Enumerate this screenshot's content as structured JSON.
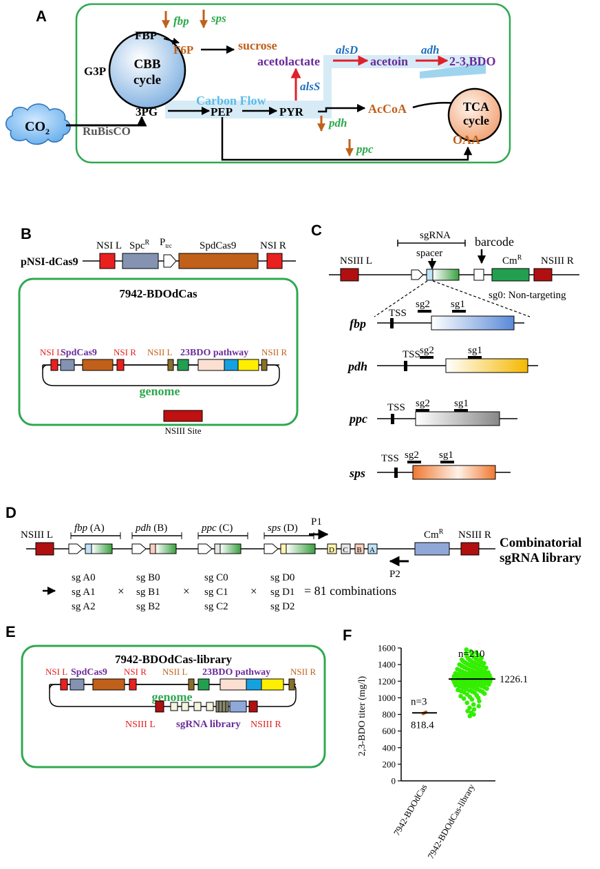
{
  "colors": {
    "frame_green": "#2fa84f",
    "orange": "#c0601a",
    "purple": "#6a2b9a",
    "blue_text": "#1f6fbf",
    "green_text": "#2ea84a",
    "light_blue": "#5bbbe8",
    "gray_text": "#555555",
    "red_arrow": "#e0202a",
    "red_label": "#e02020",
    "scatter_green": "#33ee00"
  },
  "panelA": {
    "label": "A",
    "co2": "CO",
    "co2_sub": "2",
    "rubisco": "RuBisCO",
    "cbb_line1": "CBB",
    "cbb_line2": "cycle",
    "fbp_node": "FBP",
    "g3p": "G3P",
    "pg3": "3PG",
    "f6p": "F6P",
    "sucrose": "sucrose",
    "pep": "PEP",
    "pyr": "PYR",
    "acoa": "AcCoA",
    "tca_line1": "TCA",
    "tca_line2": "cycle",
    "oaa": "OAA",
    "acetolactate": "acetolactate",
    "acetoin": "acetoin",
    "bdo": "2-3,BDO",
    "carbon_flow": "Carbon Flow",
    "gene_fbp": "fbp",
    "gene_sps": "sps",
    "gene_pdh": "pdh",
    "gene_ppc": "ppc",
    "gene_alsS": "alsS",
    "gene_alsD": "alsD",
    "gene_adh": "adh"
  },
  "panelB": {
    "label": "B",
    "plasmid_name": "pNSI-dCas9",
    "nsil": "NSI L",
    "spc": "Spc",
    "spc_sup": "R",
    "ptrc": "P",
    "ptrc_sub": "trc",
    "spdcas9": "SpdCas9",
    "nsir": "NSI R",
    "strain": "7942-BDOdCas",
    "g_nsil": "NSI L",
    "g_spdcas9": "SpdCas9",
    "g_nsir": "NSI R",
    "g_nsiil": "NSII L",
    "g_pathway": "23BDO pathway",
    "g_nsiir": "NSII R",
    "genome": "genome",
    "nsiii_site": "NSIII Site"
  },
  "panelC": {
    "label": "C",
    "sgrna": "sgRNA",
    "spacer": "spacer",
    "barcode": "barcode",
    "nsiiil": "NSIII L",
    "cm": "Cm",
    "cm_sup": "R",
    "nsiiir": "NSIII R",
    "sg0": "sg0: Non-targeting",
    "genes": [
      {
        "name": "fbp",
        "tss": "TSS",
        "sg2": "sg2",
        "sg1": "sg1"
      },
      {
        "name": "pdh",
        "tss": "TSS",
        "sg2": "sg2",
        "sg1": "sg1"
      },
      {
        "name": "ppc",
        "tss": "TSS",
        "sg2": "sg2",
        "sg1": "sg1"
      },
      {
        "name": "sps",
        "tss": "TSS",
        "sg2": "sg2",
        "sg1": "sg1"
      }
    ]
  },
  "panelD": {
    "label": "D",
    "nsiiil": "NSIII L",
    "g_fbp": "fbp",
    "g_fbp_tag": " (A)",
    "g_pdh": "pdh",
    "g_pdh_tag": " (B)",
    "g_ppc": "ppc",
    "g_ppc_tag": " (C)",
    "g_sps": "sps",
    "g_sps_tag": " (D)",
    "p1": "P1",
    "p2": "P2",
    "bc_d": "D",
    "bc_c": "C",
    "bc_b": "B",
    "bc_a": "A",
    "cm": "Cm",
    "cm_sup": "R",
    "nsiiir": "NSIII R",
    "title_line1": "Combinatorial",
    "title_line2": "sgRNA library",
    "col_a": [
      "sg A0",
      "sg A1",
      "sg A2"
    ],
    "col_b": [
      "sg B0",
      "sg B1",
      "sg B2"
    ],
    "col_c": [
      "sg C0",
      "sg C1",
      "sg C2"
    ],
    "col_d": [
      "sg D0",
      "sg D1",
      "sg D2"
    ],
    "times": "×",
    "equals": "= 81 combinations"
  },
  "panelE": {
    "label": "E",
    "strain": "7942-BDOdCas-library",
    "g_nsil": "NSI L",
    "g_spdcas9": "SpdCas9",
    "g_nsir": "NSI R",
    "g_nsiil": "NSII L",
    "g_pathway": "23BDO pathway",
    "g_nsiir": "NSII R",
    "genome": "genome",
    "nsiiil": "NSIII L",
    "sgrna_library": "sgRNA library",
    "nsiiir": "NSIII R"
  },
  "chart_data": {
    "type": "scatter",
    "title": "",
    "ylabel": "2,3-BDO titer (mg/l)",
    "ylim": [
      0,
      1600
    ],
    "yticks": [
      0,
      200,
      400,
      600,
      800,
      1000,
      1200,
      1400,
      1600
    ],
    "categories": [
      "7942-BDOdCas",
      "7942-BDOdCas-library"
    ],
    "series": [
      {
        "category": "7942-BDOdCas",
        "n_label": "n=3",
        "mean": 818.4,
        "mean_label": "818.4",
        "values": [
          810,
          818,
          827
        ]
      },
      {
        "category": "7942-BDOdCas-library",
        "n_label": "n=210",
        "mean": 1226.1,
        "mean_label": "1226.1",
        "values": [
          1580,
          1560,
          1545,
          1530,
          1520,
          1510,
          1500,
          1490,
          1480,
          1475,
          1470,
          1460,
          1455,
          1450,
          1440,
          1435,
          1430,
          1425,
          1420,
          1415,
          1410,
          1405,
          1400,
          1395,
          1390,
          1385,
          1380,
          1375,
          1370,
          1365,
          1360,
          1355,
          1350,
          1345,
          1340,
          1335,
          1330,
          1325,
          1320,
          1315,
          1310,
          1305,
          1300,
          1300,
          1295,
          1290,
          1290,
          1285,
          1280,
          1280,
          1275,
          1270,
          1270,
          1265,
          1260,
          1260,
          1255,
          1250,
          1250,
          1245,
          1240,
          1240,
          1235,
          1230,
          1230,
          1225,
          1220,
          1220,
          1215,
          1210,
          1210,
          1205,
          1200,
          1200,
          1195,
          1190,
          1190,
          1185,
          1180,
          1180,
          1175,
          1170,
          1170,
          1165,
          1160,
          1160,
          1155,
          1150,
          1150,
          1145,
          1140,
          1135,
          1130,
          1125,
          1120,
          1115,
          1110,
          1105,
          1100,
          1095,
          1090,
          1085,
          1080,
          1075,
          1070,
          1065,
          1060,
          1050,
          1040,
          1030,
          1020,
          1010,
          1000,
          990,
          980,
          960,
          940,
          920,
          900,
          880,
          860,
          840,
          820,
          800,
          780
        ]
      }
    ]
  }
}
